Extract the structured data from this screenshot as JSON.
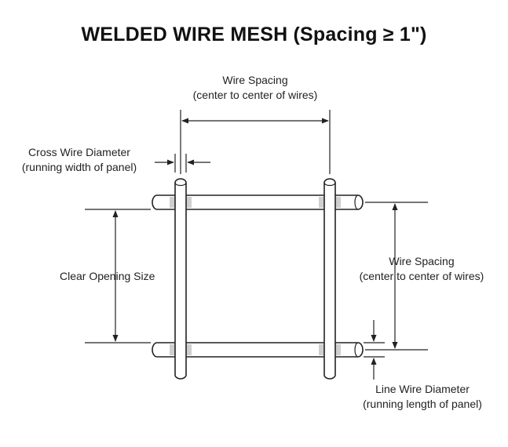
{
  "title": "WELDED WIRE MESH (Spacing ≥ 1\")",
  "labels": {
    "top_spacing_1": "Wire Spacing",
    "top_spacing_2": "(center to center of wires)",
    "cross_diam_1": "Cross Wire Diameter",
    "cross_diam_2": "(running width of panel)",
    "clear_opening": "Clear Opening Size",
    "right_spacing_1": "Wire Spacing",
    "right_spacing_2": "(center to center of wires)",
    "line_diam_1": "Line Wire Diameter",
    "line_diam_2": "(running length of panel)"
  },
  "colors": {
    "stroke": "#222222",
    "weld_shade": "#cfcfcf",
    "wire_fill": "#ffffff"
  }
}
